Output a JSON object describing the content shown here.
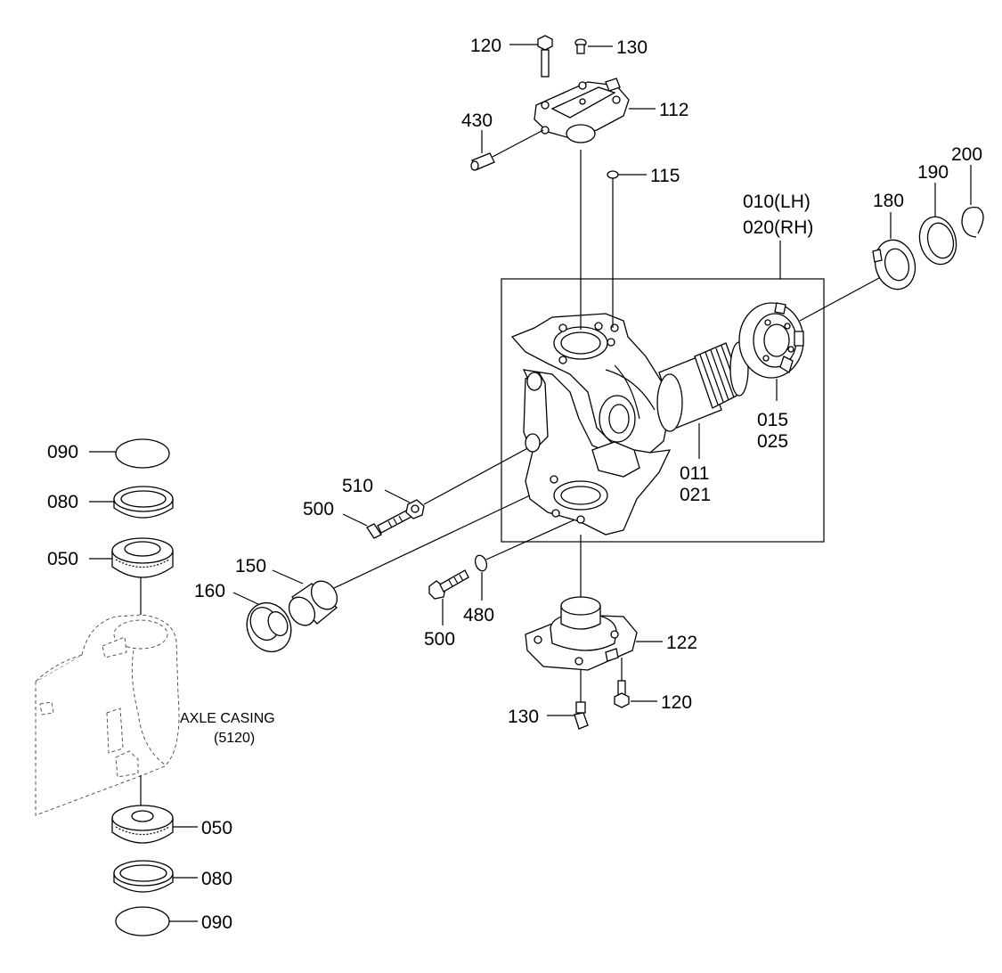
{
  "diagram": {
    "labels": {
      "p120_top": "120",
      "p130_top": "130",
      "p112": "112",
      "p430": "430",
      "p115": "115",
      "p010": "010(LH)",
      "p020": "020(RH)",
      "p180": "180",
      "p190": "190",
      "p200": "200",
      "p015": "015",
      "p025": "025",
      "p011": "011",
      "p021": "021",
      "p510": "510",
      "p500_left": "500",
      "p150": "150",
      "p160": "160",
      "p500_bottom": "500",
      "p480": "480",
      "p122": "122",
      "p120_bottom": "120",
      "p130_bottom": "130",
      "p090_top": "090",
      "p080_top": "080",
      "p050_top": "050",
      "p050_bottom": "050",
      "p080_bottom": "080",
      "p090_bottom": "090",
      "axle_casing": "AXLE CASING",
      "axle_casing_code": "(5120)"
    }
  }
}
